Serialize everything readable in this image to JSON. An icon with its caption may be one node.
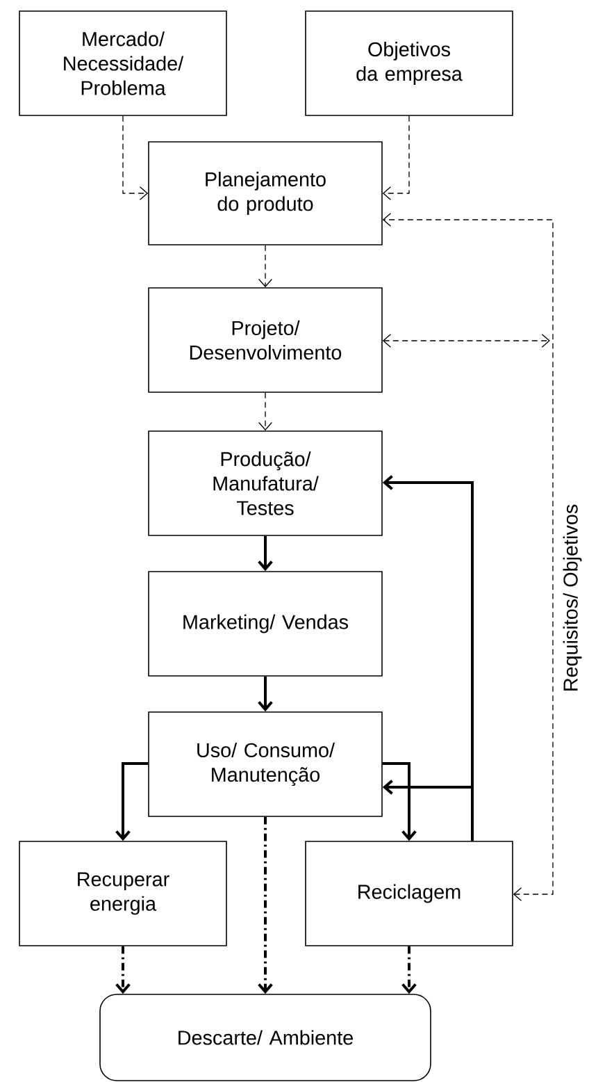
{
  "diagram": {
    "nodes": [
      {
        "text": [
          "Mercado/ Necessidade/ Problema"
        ]
      },
      {
        "text": [
          "Objetivos da empresa"
        ]
      },
      {
        "text": [
          "Planejamento do produto"
        ]
      },
      {
        "text": [
          "Projeto/ Desenvolvimento"
        ]
      },
      {
        "text": [
          "Produção/ Manufatura/ Testes"
        ]
      },
      {
        "text": [
          "Marketing/ Vendas"
        ]
      },
      {
        "text": [
          "Uso/ Consumo/ Manutenção"
        ]
      },
      {
        "text": [
          "Recuperar energia"
        ]
      },
      {
        "text": [
          "Reciclagem"
        ]
      },
      {
        "text": [
          "Descarte/ Ambiente"
        ]
      }
    ],
    "edges": [
      {
        "from": 0,
        "to": 2,
        "arrow": "to",
        "style": "dashed"
      },
      {
        "from": 1,
        "to": 2,
        "arrow": "to",
        "style": "dashed"
      },
      {
        "from": 2,
        "to": 3,
        "arrow": "to",
        "style": "dashed"
      },
      {
        "from": 3,
        "to": 4,
        "arrow": "to",
        "style": "dashed"
      },
      {
        "from": 4,
        "to": 5,
        "arrow": "to"
      },
      {
        "from": 5,
        "to": 6,
        "arrow": "to"
      },
      {
        "from": 6,
        "to": 7,
        "arrow": "to"
      },
      {
        "from": 6,
        "to": 8,
        "arrow": "to"
      },
      {
        "from": 8,
        "to": 4,
        "arrow": "to"
      },
      {
        "from": 8,
        "to": 6,
        "arrow": "to"
      },
      {
        "from": 6,
        "to": 9,
        "arrow": "to",
        "style": "dashed"
      },
      {
        "from": 7,
        "to": 9,
        "arrow": "to",
        "style": "dashed"
      },
      {
        "from": 8,
        "to": 9,
        "arrow": "to",
        "style": "dashed"
      },
      {
        "from": 8,
        "to": 2,
        "arrow": "both",
        "style": "dashed",
        "label": "Requisitos/ Objetivos"
      },
      {
        "from": 3,
        "to": null,
        "arrow": "both",
        "style": "dashed"
      }
    ]
  }
}
